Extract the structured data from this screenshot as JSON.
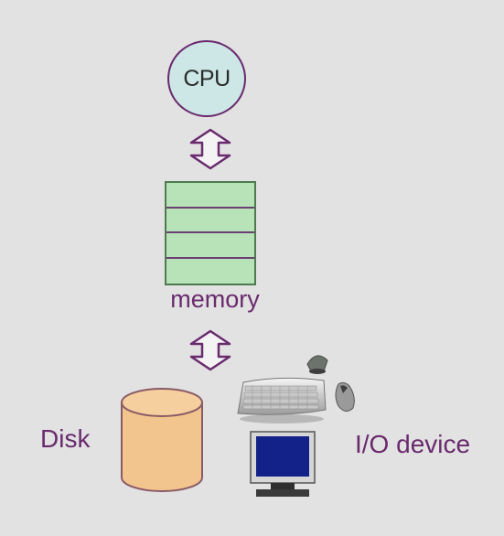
{
  "cpu": {
    "label": "CPU"
  },
  "memory": {
    "label": "memory",
    "rows": 4
  },
  "disk": {
    "label": "Disk"
  },
  "io_device": {
    "label": "I/O device"
  },
  "colors": {
    "arrow": "#6a2a6e",
    "cpu_fill": "#cde6e6",
    "memory_fill": "#b8e3b8",
    "disk_fill": "#f2c58e",
    "background": "#e2e2e2"
  },
  "icons": [
    "double-arrow-icon",
    "keyboard-icon",
    "mouse-icon",
    "monitor-icon"
  ]
}
